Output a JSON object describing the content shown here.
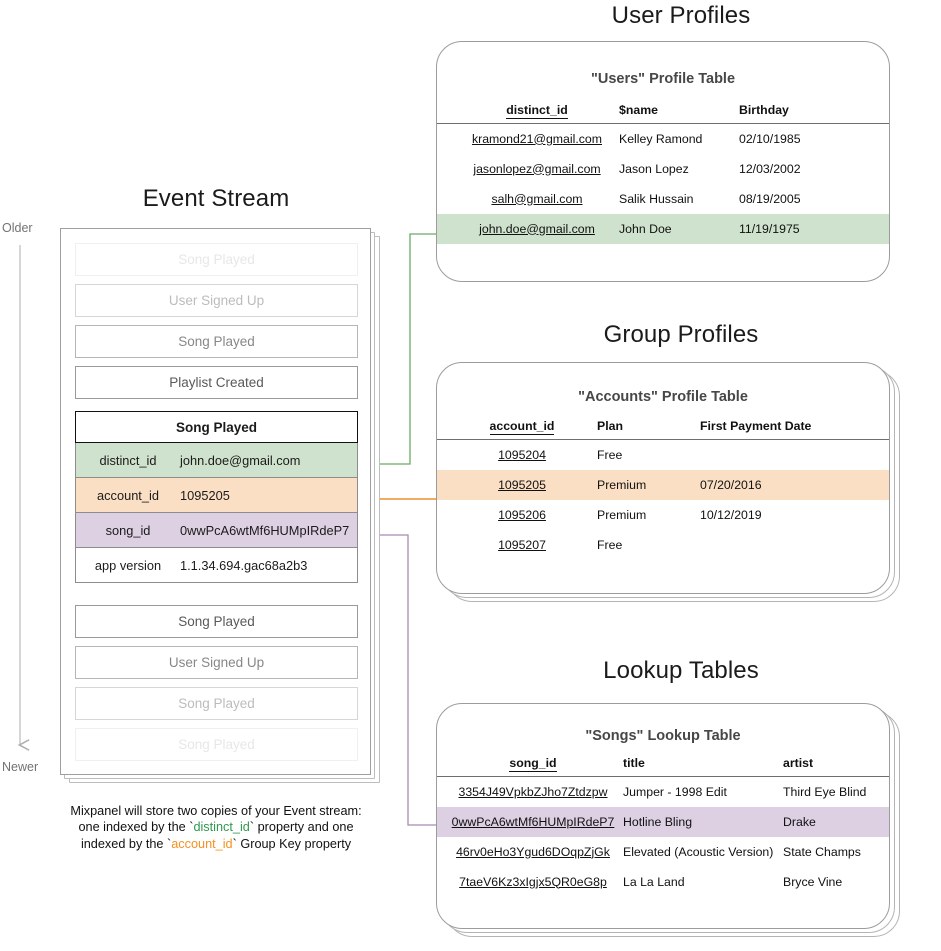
{
  "event_stream": {
    "title": "Event Stream",
    "axis": {
      "older": "Older",
      "newer": "Newer"
    },
    "items_before": [
      {
        "label": "Song Played",
        "fade": "fade-1"
      },
      {
        "label": "User Signed Up",
        "fade": "fade-2"
      },
      {
        "label": "Song Played",
        "fade": "fade-3"
      },
      {
        "label": "Playlist Created",
        "fade": "fade-4"
      }
    ],
    "selected_event": {
      "name": "Song Played",
      "properties": [
        {
          "key": "distinct_id",
          "value": "john.doe@gmail.com",
          "highlight": "bg-green"
        },
        {
          "key": "account_id",
          "value": "1095205",
          "highlight": "bg-orange"
        },
        {
          "key": "song_id",
          "value": "0wwPcA6wtMf6HUMpIRdeP7",
          "highlight": "bg-purple"
        },
        {
          "key": "app version",
          "value": "1.1.34.694.gac68a2b3",
          "highlight": "bg-white"
        }
      ]
    },
    "items_after": [
      {
        "label": "Song Played",
        "fade": "fade-4"
      },
      {
        "label": "User Signed Up",
        "fade": "fade-3"
      },
      {
        "label": "Song Played",
        "fade": "fade-2"
      },
      {
        "label": "Song Played",
        "fade": "fade-1"
      }
    ],
    "caption": {
      "line1": "Mixpanel will store two copies of your Event stream:",
      "line2_a": "one indexed by the `",
      "line2_token": "distinct_id",
      "line2_b": "` property and one",
      "line3_a": "indexed by the `",
      "line3_token": "account_id",
      "line3_b": "` Group Key property"
    }
  },
  "user_profiles": {
    "title": "User Profiles",
    "table": {
      "title": "\"Users\" Profile Table",
      "columns": [
        "distinct_id",
        "$name",
        "Birthday"
      ],
      "rows": [
        {
          "cells": [
            "kramond21@gmail.com",
            "Kelley Ramond",
            "02/10/1985"
          ],
          "highlight": ""
        },
        {
          "cells": [
            "jasonlopez@gmail.com",
            "Jason Lopez",
            "12/03/2002"
          ],
          "highlight": ""
        },
        {
          "cells": [
            "salh@gmail.com",
            "Salik Hussain",
            "08/19/2005"
          ],
          "highlight": ""
        },
        {
          "cells": [
            "john.doe@gmail.com",
            "John Doe",
            "11/19/1975"
          ],
          "highlight": "hl-green"
        }
      ]
    },
    "stack_layers": 1
  },
  "group_profiles": {
    "title": "Group Profiles",
    "table": {
      "title": "\"Accounts\" Profile Table",
      "columns": [
        "account_id",
        "Plan",
        "First Payment Date"
      ],
      "rows": [
        {
          "cells": [
            "1095204",
            "Free",
            ""
          ],
          "highlight": ""
        },
        {
          "cells": [
            "1095205",
            "Premium",
            "07/20/2016"
          ],
          "highlight": "hl-orange"
        },
        {
          "cells": [
            "1095206",
            "Premium",
            "10/12/2019"
          ],
          "highlight": ""
        },
        {
          "cells": [
            "1095207",
            "Free",
            ""
          ],
          "highlight": ""
        }
      ]
    },
    "stack_layers": 3
  },
  "lookup_tables": {
    "title": "Lookup Tables",
    "table": {
      "title": "\"Songs\" Lookup Table",
      "columns": [
        "song_id",
        "title",
        "artist"
      ],
      "rows": [
        {
          "cells": [
            "3354J49VpkbZJho7Ztdzpw",
            "Jumper - 1998 Edit",
            "Third Eye Blind"
          ],
          "highlight": ""
        },
        {
          "cells": [
            "0wwPcA6wtMf6HUMpIRdeP7",
            "Hotline Bling",
            "Drake"
          ],
          "highlight": "hl-purple"
        },
        {
          "cells": [
            "46rv0eHo3Ygud6DOqpZjGk",
            "Elevated (Acoustic Version)",
            "State Champs"
          ],
          "highlight": ""
        },
        {
          "cells": [
            "7taeV6Kz3xIgjx5QR0eG8p",
            "La La Land",
            "Bryce Vine"
          ],
          "highlight": ""
        }
      ]
    },
    "stack_layers": 3
  },
  "colors": {
    "green": "#6aaa64",
    "orange": "#f0a14b",
    "purple": "#a98bb0",
    "green_row": "#cfe2cd",
    "orange_row": "#fbdfc4",
    "purple_row": "#ded0e3",
    "token_green": "#2e9a4e",
    "token_orange": "#f59121",
    "card_border": "#9c9c9c"
  },
  "connectors": [
    {
      "name": "distinct-id-to-users",
      "color": "#6aaa64"
    },
    {
      "name": "account-id-to-accounts",
      "color": "#f0a14b"
    },
    {
      "name": "song-id-to-songs",
      "color": "#a98bb0"
    }
  ]
}
